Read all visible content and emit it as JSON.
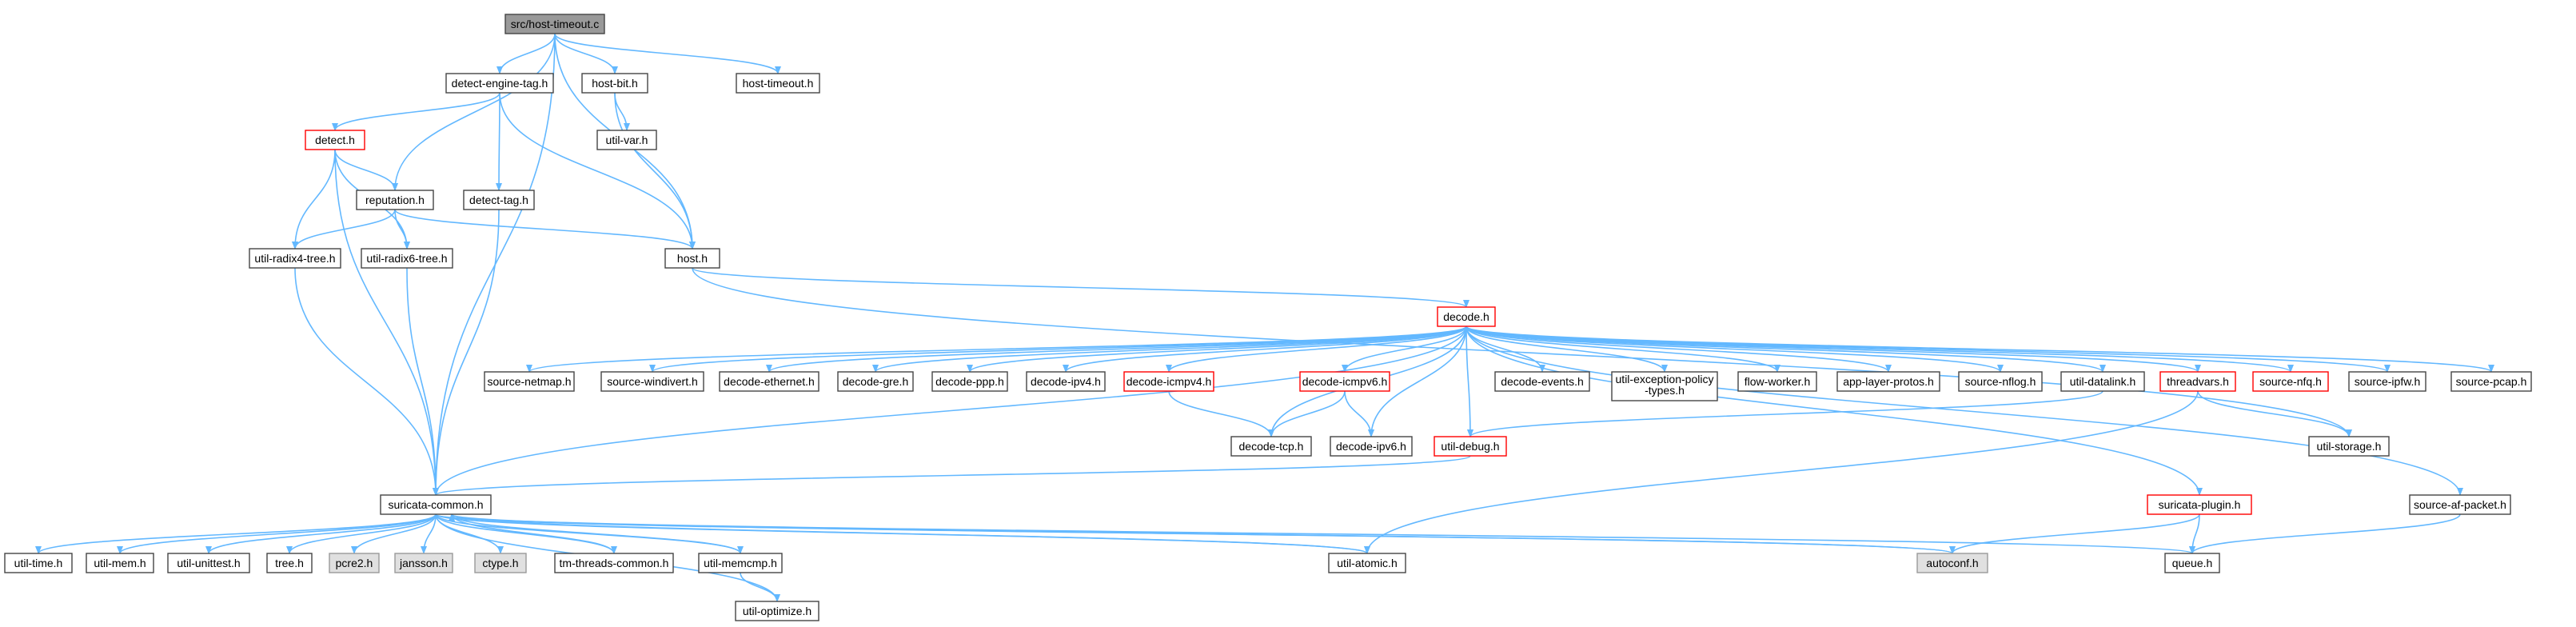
{
  "colors": {
    "edge": "#63b8ff",
    "node_border": "#444444",
    "node_border_incomplete": "#ff0000",
    "node_fill": "#ffffff",
    "root_fill": "#999999",
    "system_fill": "#e0e0e0",
    "system_border": "#999999"
  },
  "nodes": [
    {
      "id": "host-timeout-c",
      "label": "src/host-timeout.c",
      "style": "root"
    },
    {
      "id": "detect-engine-tag-h",
      "label": "detect-engine-tag.h",
      "style": "normal"
    },
    {
      "id": "host-bit-h",
      "label": "host-bit.h",
      "style": "normal"
    },
    {
      "id": "host-timeout-h",
      "label": "host-timeout.h",
      "style": "normal"
    },
    {
      "id": "detect-h",
      "label": "detect.h",
      "style": "incomplete"
    },
    {
      "id": "util-var-h",
      "label": "util-var.h",
      "style": "normal"
    },
    {
      "id": "reputation-h",
      "label": "reputation.h",
      "style": "normal"
    },
    {
      "id": "detect-tag-h",
      "label": "detect-tag.h",
      "style": "normal"
    },
    {
      "id": "util-radix4-tree-h",
      "label": "util-radix4-tree.h",
      "style": "normal"
    },
    {
      "id": "util-radix6-tree-h",
      "label": "util-radix6-tree.h",
      "style": "normal"
    },
    {
      "id": "host-h",
      "label": "host.h",
      "style": "normal"
    },
    {
      "id": "decode-h",
      "label": "decode.h",
      "style": "incomplete"
    },
    {
      "id": "source-netmap-h",
      "label": "source-netmap.h",
      "style": "normal"
    },
    {
      "id": "source-windivert-h",
      "label": "source-windivert.h",
      "style": "normal"
    },
    {
      "id": "decode-ethernet-h",
      "label": "decode-ethernet.h",
      "style": "normal"
    },
    {
      "id": "decode-gre-h",
      "label": "decode-gre.h",
      "style": "normal"
    },
    {
      "id": "decode-ppp-h",
      "label": "decode-ppp.h",
      "style": "normal"
    },
    {
      "id": "decode-ipv4-h",
      "label": "decode-ipv4.h",
      "style": "normal"
    },
    {
      "id": "decode-icmpv4-h",
      "label": "decode-icmpv4.h",
      "style": "incomplete"
    },
    {
      "id": "decode-icmpv6-h",
      "label": "decode-icmpv6.h",
      "style": "incomplete"
    },
    {
      "id": "decode-events-h",
      "label": "decode-events.h",
      "style": "normal"
    },
    {
      "id": "util-exception-policy-types-h",
      "label": "util-exception-policy",
      "label2": "-types.h",
      "style": "normal"
    },
    {
      "id": "flow-worker-h",
      "label": "flow-worker.h",
      "style": "normal"
    },
    {
      "id": "app-layer-protos-h",
      "label": "app-layer-protos.h",
      "style": "normal"
    },
    {
      "id": "source-nflog-h",
      "label": "source-nflog.h",
      "style": "normal"
    },
    {
      "id": "util-datalink-h",
      "label": "util-datalink.h",
      "style": "normal"
    },
    {
      "id": "threadvars-h",
      "label": "threadvars.h",
      "style": "incomplete"
    },
    {
      "id": "source-nfq-h",
      "label": "source-nfq.h",
      "style": "incomplete"
    },
    {
      "id": "source-ipfw-h",
      "label": "source-ipfw.h",
      "style": "normal"
    },
    {
      "id": "source-pcap-h",
      "label": "source-pcap.h",
      "style": "normal"
    },
    {
      "id": "decode-tcp-h",
      "label": "decode-tcp.h",
      "style": "normal"
    },
    {
      "id": "decode-ipv6-h",
      "label": "decode-ipv6.h",
      "style": "normal"
    },
    {
      "id": "util-debug-h",
      "label": "util-debug.h",
      "style": "incomplete"
    },
    {
      "id": "util-storage-h",
      "label": "util-storage.h",
      "style": "normal"
    },
    {
      "id": "suricata-common-h",
      "label": "suricata-common.h",
      "style": "normal"
    },
    {
      "id": "suricata-plugin-h",
      "label": "suricata-plugin.h",
      "style": "incomplete"
    },
    {
      "id": "source-af-packet-h",
      "label": "source-af-packet.h",
      "style": "normal"
    },
    {
      "id": "util-time-h",
      "label": "util-time.h",
      "style": "normal"
    },
    {
      "id": "util-mem-h",
      "label": "util-mem.h",
      "style": "normal"
    },
    {
      "id": "util-unittest-h",
      "label": "util-unittest.h",
      "style": "normal"
    },
    {
      "id": "tree-h",
      "label": "tree.h",
      "style": "normal"
    },
    {
      "id": "pcre2-h",
      "label": "pcre2.h",
      "style": "system"
    },
    {
      "id": "jansson-h",
      "label": "jansson.h",
      "style": "system"
    },
    {
      "id": "ctype-h",
      "label": "ctype.h",
      "style": "system"
    },
    {
      "id": "tm-threads-common-h",
      "label": "tm-threads-common.h",
      "style": "normal"
    },
    {
      "id": "util-memcmp-h",
      "label": "util-memcmp.h",
      "style": "normal"
    },
    {
      "id": "util-atomic-h",
      "label": "util-atomic.h",
      "style": "normal"
    },
    {
      "id": "autoconf-h",
      "label": "autoconf.h",
      "style": "system"
    },
    {
      "id": "queue-h",
      "label": "queue.h",
      "style": "normal"
    },
    {
      "id": "util-optimize-h",
      "label": "util-optimize.h",
      "style": "normal"
    }
  ],
  "edges": [
    [
      "host-timeout-c",
      "detect-engine-tag-h"
    ],
    [
      "host-timeout-c",
      "host-bit-h"
    ],
    [
      "host-timeout-c",
      "host-timeout-h"
    ],
    [
      "host-timeout-c",
      "reputation-h"
    ],
    [
      "host-timeout-c",
      "host-h"
    ],
    [
      "host-timeout-c",
      "suricata-common-h"
    ],
    [
      "detect-engine-tag-h",
      "detect-h"
    ],
    [
      "detect-engine-tag-h",
      "detect-tag-h"
    ],
    [
      "detect-engine-tag-h",
      "host-h"
    ],
    [
      "host-bit-h",
      "util-var-h"
    ],
    [
      "host-bit-h",
      "host-h"
    ],
    [
      "detect-h",
      "reputation-h"
    ],
    [
      "detect-h",
      "util-radix4-tree-h"
    ],
    [
      "detect-h",
      "util-radix6-tree-h"
    ],
    [
      "detect-h",
      "suricata-common-h"
    ],
    [
      "reputation-h",
      "util-radix4-tree-h"
    ],
    [
      "reputation-h",
      "util-radix6-tree-h"
    ],
    [
      "reputation-h",
      "host-h"
    ],
    [
      "detect-tag-h",
      "suricata-common-h"
    ],
    [
      "util-radix4-tree-h",
      "suricata-common-h"
    ],
    [
      "util-radix6-tree-h",
      "suricata-common-h"
    ],
    [
      "host-h",
      "decode-h"
    ],
    [
      "host-h",
      "util-storage-h"
    ],
    [
      "decode-h",
      "source-netmap-h"
    ],
    [
      "decode-h",
      "source-windivert-h"
    ],
    [
      "decode-h",
      "decode-ethernet-h"
    ],
    [
      "decode-h",
      "decode-gre-h"
    ],
    [
      "decode-h",
      "decode-ppp-h"
    ],
    [
      "decode-h",
      "decode-ipv4-h"
    ],
    [
      "decode-h",
      "decode-icmpv4-h"
    ],
    [
      "decode-h",
      "decode-icmpv6-h"
    ],
    [
      "decode-h",
      "decode-tcp-h"
    ],
    [
      "decode-h",
      "decode-ipv6-h"
    ],
    [
      "decode-h",
      "util-debug-h"
    ],
    [
      "decode-h",
      "decode-events-h"
    ],
    [
      "decode-h",
      "util-exception-policy-types-h"
    ],
    [
      "decode-h",
      "flow-worker-h"
    ],
    [
      "decode-h",
      "app-layer-protos-h"
    ],
    [
      "decode-h",
      "source-nflog-h"
    ],
    [
      "decode-h",
      "util-datalink-h"
    ],
    [
      "decode-h",
      "threadvars-h"
    ],
    [
      "decode-h",
      "source-nfq-h"
    ],
    [
      "decode-h",
      "source-ipfw-h"
    ],
    [
      "decode-h",
      "source-pcap-h"
    ],
    [
      "decode-h",
      "suricata-common-h"
    ],
    [
      "decode-h",
      "source-af-packet-h"
    ],
    [
      "decode-h",
      "suricata-plugin-h"
    ],
    [
      "decode-icmpv4-h",
      "decode-tcp-h"
    ],
    [
      "decode-icmpv6-h",
      "decode-tcp-h"
    ],
    [
      "decode-icmpv6-h",
      "decode-ipv6-h"
    ],
    [
      "util-datalink-h",
      "util-debug-h"
    ],
    [
      "util-debug-h",
      "suricata-common-h"
    ],
    [
      "threadvars-h",
      "util-atomic-h"
    ],
    [
      "threadvars-h",
      "util-storage-h"
    ],
    [
      "suricata-plugin-h",
      "autoconf-h"
    ],
    [
      "suricata-plugin-h",
      "queue-h"
    ],
    [
      "source-af-packet-h",
      "queue-h"
    ],
    [
      "suricata-common-h",
      "util-time-h"
    ],
    [
      "suricata-common-h",
      "util-mem-h"
    ],
    [
      "suricata-common-h",
      "util-unittest-h"
    ],
    [
      "suricata-common-h",
      "tree-h"
    ],
    [
      "suricata-common-h",
      "pcre2-h"
    ],
    [
      "suricata-common-h",
      "jansson-h"
    ],
    [
      "suricata-common-h",
      "ctype-h"
    ],
    [
      "suricata-common-h",
      "tm-threads-common-h"
    ],
    [
      "suricata-common-h",
      "util-memcmp-h"
    ],
    [
      "suricata-common-h",
      "util-atomic-h"
    ],
    [
      "suricata-common-h",
      "autoconf-h"
    ],
    [
      "suricata-common-h",
      "queue-h"
    ],
    [
      "suricata-common-h",
      "util-optimize-h"
    ],
    [
      "tm-threads-common-h",
      "suricata-common-h"
    ],
    [
      "util-memcmp-h",
      "suricata-common-h"
    ],
    [
      "util-memcmp-h",
      "util-optimize-h"
    ],
    [
      "util-atomic-h",
      "suricata-common-h"
    ],
    [
      "autoconf-h",
      "suricata-common-h"
    ]
  ]
}
